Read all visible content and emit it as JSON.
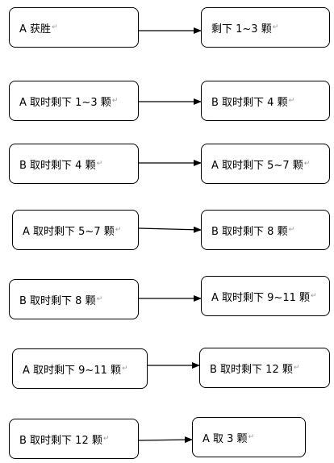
{
  "paragraph_mark": "↵",
  "rows": [
    {
      "left": "A 获胜",
      "right": "剩下 1~3 颗"
    },
    {
      "left": "A 取时剩下 1~3 颗",
      "right": "B 取时剩下 4 颗"
    },
    {
      "left": "B 取时剩下 4 颗",
      "right": "A 取时剩下 5~7 颗"
    },
    {
      "left": "A 取时剩下 5~7 颗",
      "right": "B 取时剩下 8 颗"
    },
    {
      "left": "B 取时剩下 8 颗",
      "right": "A 取时剩下 9~11 颗"
    },
    {
      "left": "A 取时剩下 9~11 颗",
      "right": "B 取时剩下 12 颗"
    },
    {
      "left": "B 取时剩下 12 颗",
      "right": "A 取 3 颗"
    }
  ]
}
